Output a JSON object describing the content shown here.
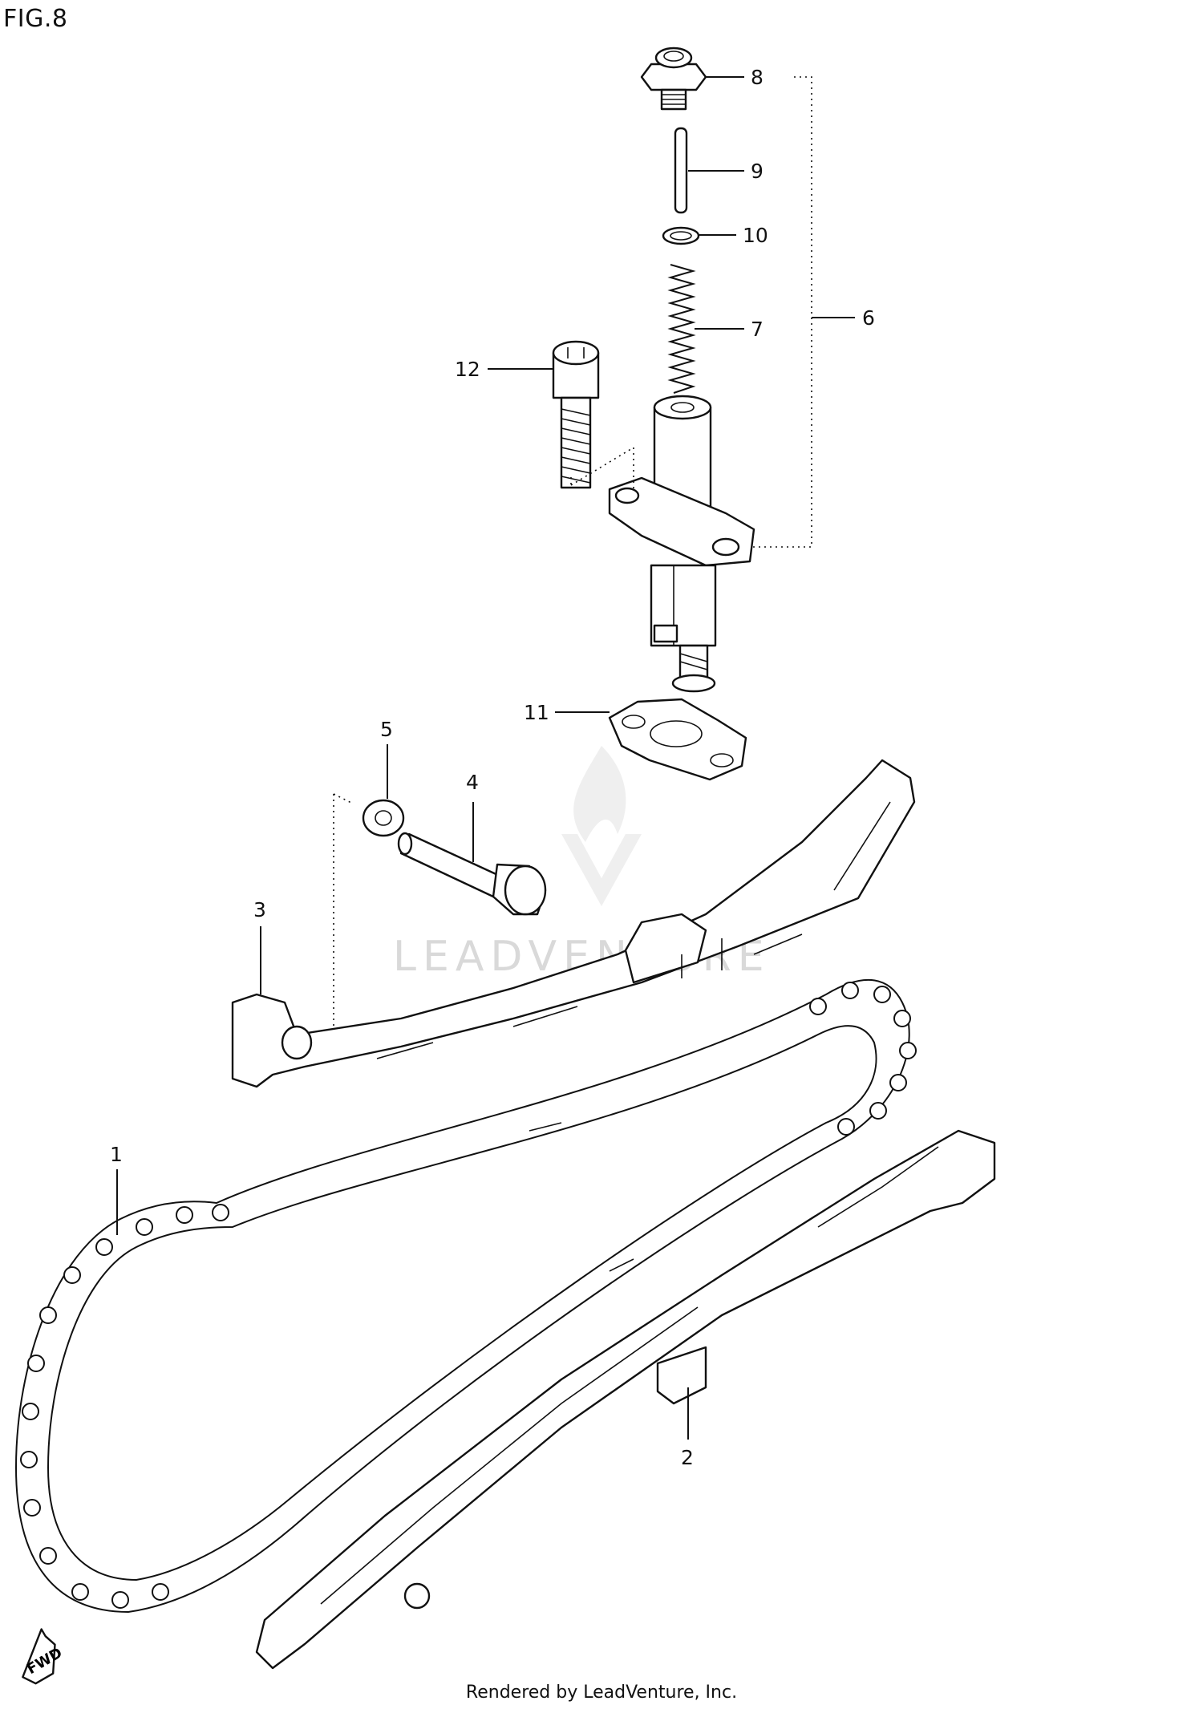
{
  "figure": {
    "title": "FIG.8"
  },
  "footer": {
    "text": "Rendered by LeadVenture, Inc."
  },
  "watermark": {
    "text": "LEADVENTURE"
  },
  "direction_marker": {
    "text": "FWD"
  },
  "callouts": {
    "c1": "1",
    "c2": "2",
    "c3": "3",
    "c4": "4",
    "c5": "5",
    "c6": "6",
    "c7": "7",
    "c8": "8",
    "c9": "9",
    "c10": "10",
    "c11": "11",
    "c12": "12"
  },
  "colors": {
    "line": "#111111",
    "background": "#ffffff",
    "watermark": "#d9d9d9"
  }
}
